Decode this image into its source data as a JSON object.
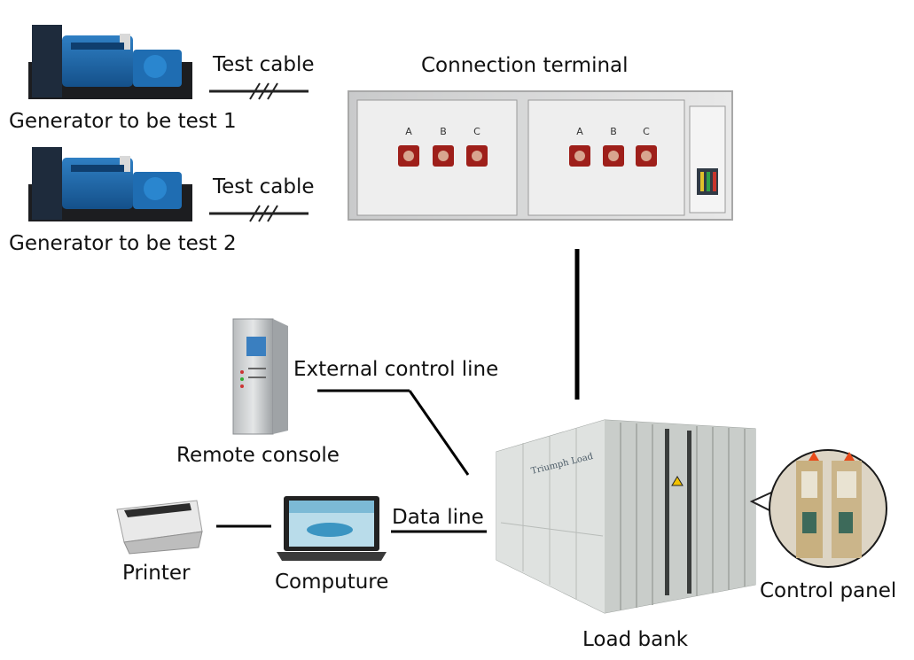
{
  "generators": [
    {
      "label": "Generator to be test 1",
      "cable_label": "Test cable"
    },
    {
      "label": "Generator to be test 2",
      "cable_label": "Test cable"
    }
  ],
  "connection_terminal": {
    "label": "Connection terminal",
    "phase_labels": [
      "A",
      "B",
      "C"
    ]
  },
  "remote_console": {
    "label": "Remote console"
  },
  "external_control_line": {
    "label": "External control line"
  },
  "printer": {
    "label": "Printer"
  },
  "computer": {
    "label": "Computure"
  },
  "data_line": {
    "label": "Data line"
  },
  "load_bank": {
    "label": "Load bank",
    "brand_text": "Triumph Load"
  },
  "control_panel": {
    "label": "Control panel"
  }
}
